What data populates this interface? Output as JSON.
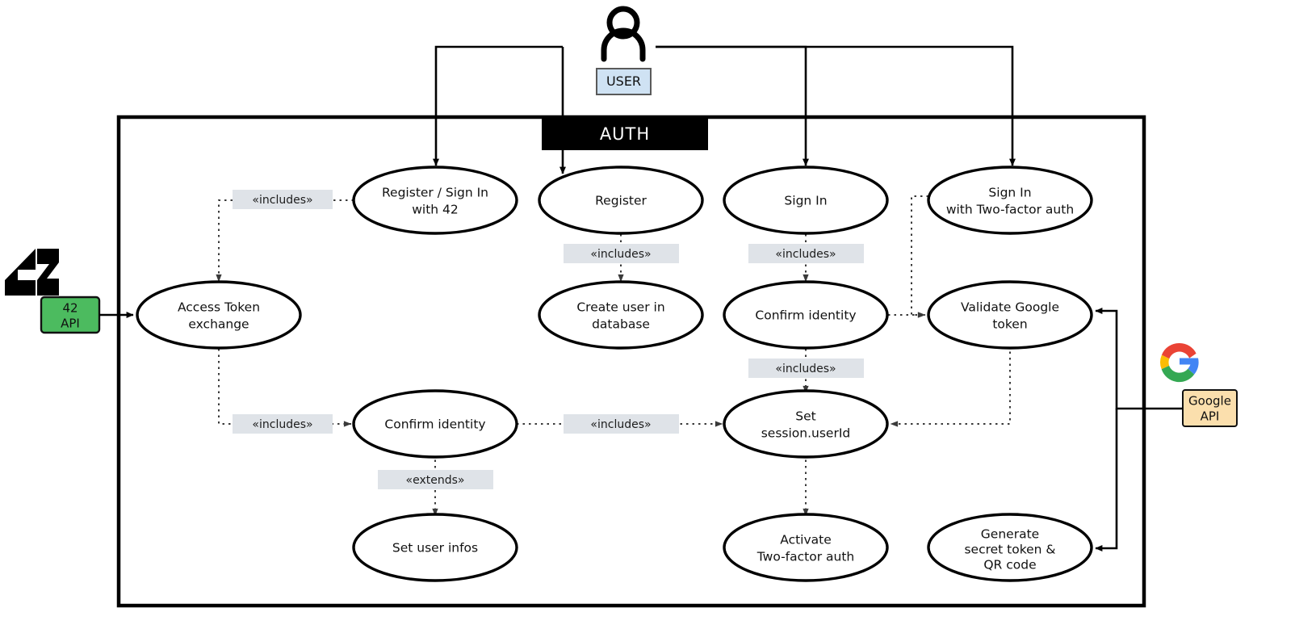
{
  "diagram": {
    "kind": "uml-use-case-diagram",
    "system": {
      "title": "AUTH"
    },
    "actors": [
      {
        "id": "user",
        "label": "USER",
        "icon": "person-actor-icon",
        "box_fill": "#cfe2f3",
        "box_stroke": "#5a5a5a"
      }
    ],
    "external_systems": [
      {
        "id": "api42",
        "label_line1": "42",
        "label_line2": "API",
        "logo": "42-logo",
        "fill": "#4cbb5f",
        "stroke": "#111111"
      },
      {
        "id": "google",
        "label_line1": "Google",
        "label_line2": "API",
        "logo": "google-g-logo",
        "fill": "#fbdfad",
        "stroke": "#111111"
      }
    ],
    "use_cases": [
      {
        "id": "uc-register-signin-42",
        "line1": "Register / Sign In",
        "line2": "with 42"
      },
      {
        "id": "uc-register",
        "line1": "Register",
        "line2": ""
      },
      {
        "id": "uc-signin",
        "line1": "Sign In",
        "line2": ""
      },
      {
        "id": "uc-signin-2fa",
        "line1": "Sign In",
        "line2": "with Two-factor auth"
      },
      {
        "id": "uc-access-token-exchange",
        "line1": "Access Token",
        "line2": "exchange"
      },
      {
        "id": "uc-create-user-db",
        "line1": "Create user in",
        "line2": "database"
      },
      {
        "id": "uc-confirm-identity-mid",
        "line1": "Confirm identity",
        "line2": ""
      },
      {
        "id": "uc-validate-google-token",
        "line1": "Validate Google",
        "line2": "token"
      },
      {
        "id": "uc-confirm-identity-low",
        "line1": "Confirm identity",
        "line2": ""
      },
      {
        "id": "uc-set-session-userid",
        "line1": "Set",
        "line2": "session.userId"
      },
      {
        "id": "uc-set-user-infos",
        "line1": "Set user infos",
        "line2": ""
      },
      {
        "id": "uc-activate-2fa",
        "line1": "Activate",
        "line2": "Two-factor auth"
      },
      {
        "id": "uc-generate-secret-qr",
        "line1": "Generate",
        "line2": "secret token &",
        "line3": "QR code"
      }
    ],
    "stereotypes": [
      {
        "id": "stereo-42-access-token",
        "label": "«includes»"
      },
      {
        "id": "stereo-register-create-user",
        "label": "«includes»"
      },
      {
        "id": "stereo-signin-confirm",
        "label": "«includes»"
      },
      {
        "id": "stereo-confirm-set-session",
        "label": "«includes»"
      },
      {
        "id": "stereo-access-token-confirm",
        "label": "«includes»"
      },
      {
        "id": "stereo-confirm-low-set-session",
        "label": "«includes»"
      },
      {
        "id": "stereo-confirm-set-user-infos",
        "label": "«extends»"
      }
    ],
    "colors": {
      "actor_box": "#cfe2f3",
      "api42_box": "#4cbb5f",
      "google_box": "#fbdfad",
      "stereotype_bg": "#dfe3e8",
      "system_titlebar": "#000000",
      "stroke": "#000000"
    }
  }
}
